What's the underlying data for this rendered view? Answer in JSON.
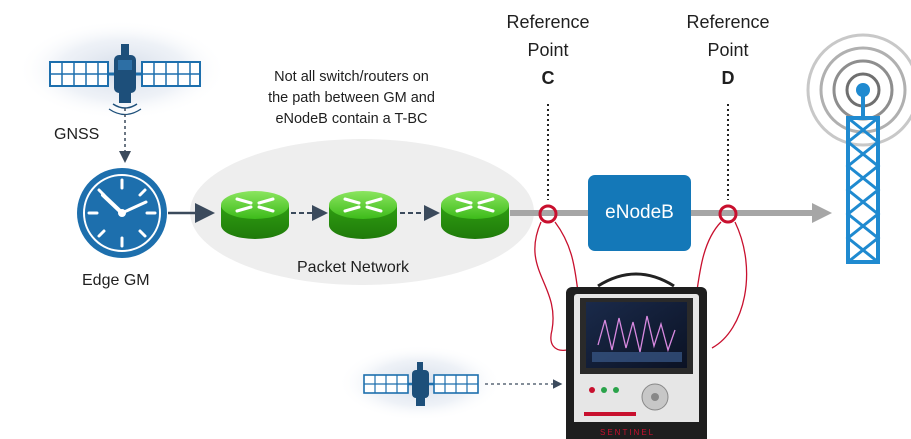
{
  "labels": {
    "gnss": "GNSS",
    "edge_gm": "Edge GM",
    "packet_network": "Packet Network",
    "note_lines": [
      "Not all switch/routers on",
      "the path between GM and",
      "eNodeB contain a T-BC"
    ],
    "ref_c": {
      "line1": "Reference",
      "line2": "Point",
      "letter": "C"
    },
    "ref_d": {
      "line1": "Reference",
      "line2": "Point",
      "letter": "D"
    },
    "enodeb": "eNodeB"
  },
  "icons": [
    "satellite-icon",
    "clock-icon",
    "router-icon",
    "cell-tower-icon",
    "test-instrument-icon"
  ],
  "colors": {
    "clock_blue": "#1d6fad",
    "router_green": "#3dbb1a",
    "enodeb_blue": "#1478b8",
    "tower_blue": "#1f8ad0",
    "probe_red": "#c8102e",
    "link_gray": "#a6a6a6"
  }
}
